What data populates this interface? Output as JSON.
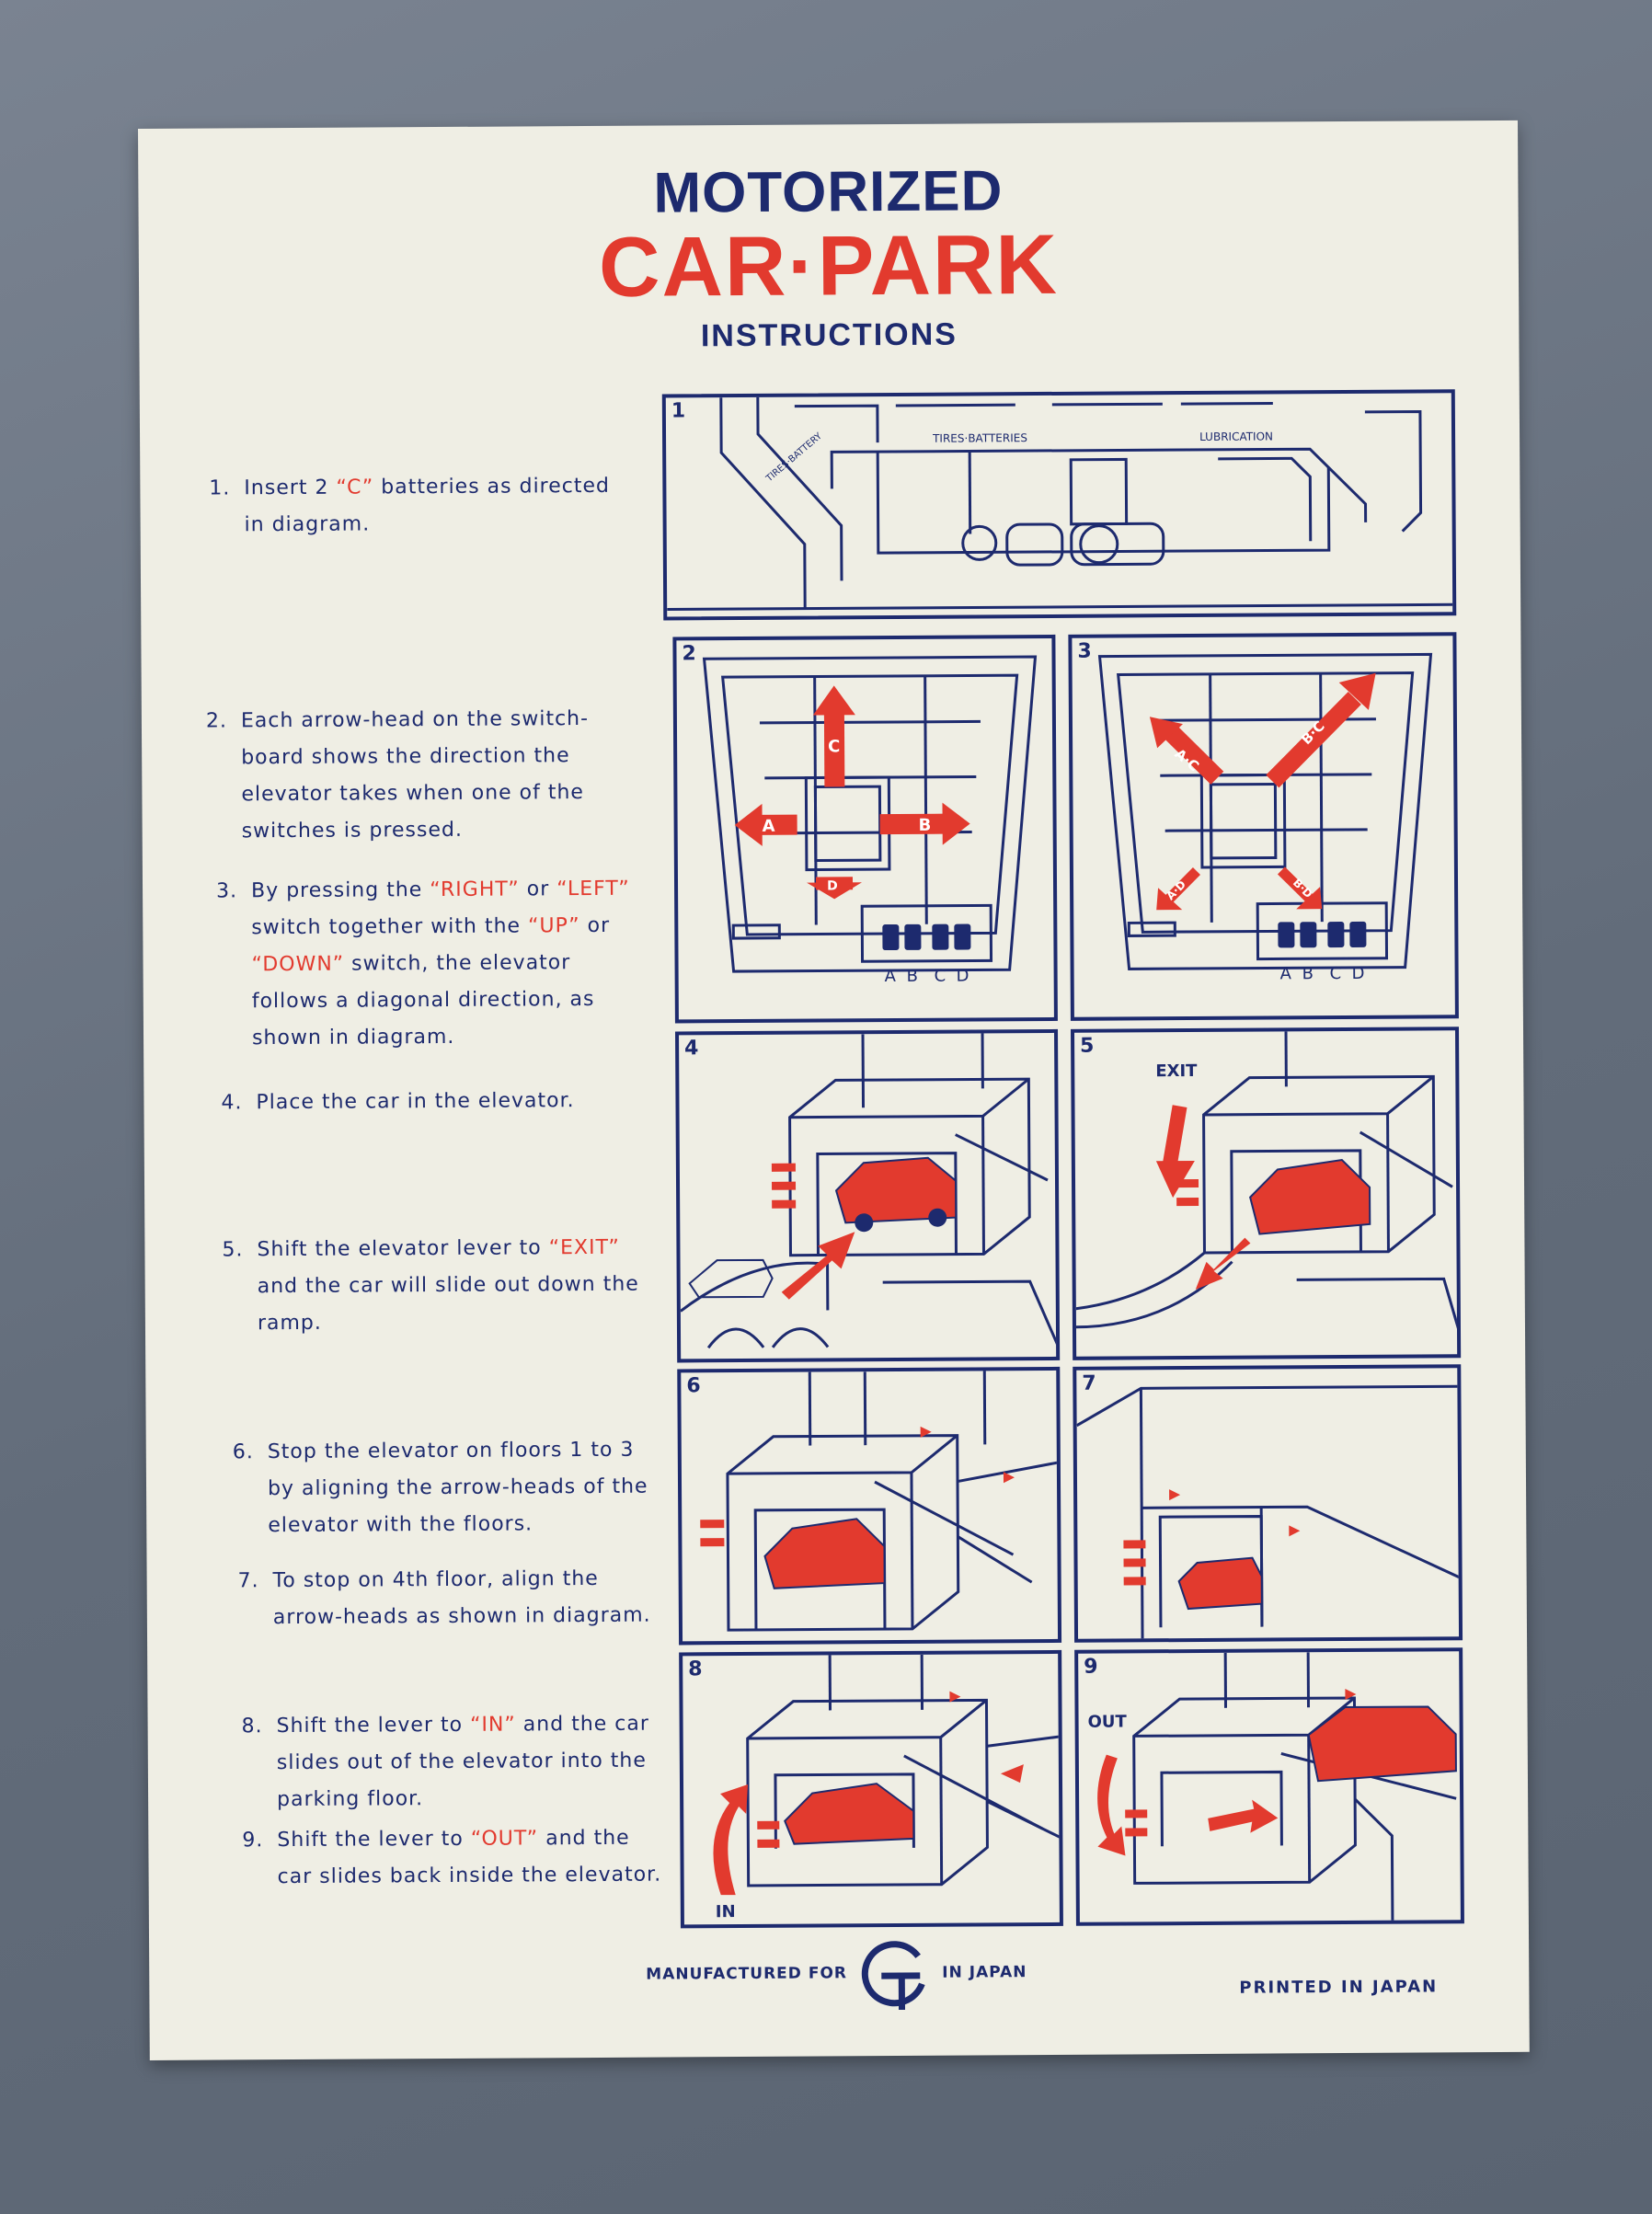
{
  "header": {
    "line1": "MOTORIZED",
    "line2": "CAR·PARK",
    "line3": "INSTRUCTIONS"
  },
  "steps": [
    {
      "num": "1.",
      "parts": [
        "Insert 2 ",
        "“C”",
        " batteries as directed in diagram."
      ]
    },
    {
      "num": "2.",
      "text": "Each arrow-head on the switch-board shows the direction the elevator takes when one of the switches is pressed."
    },
    {
      "num": "3.",
      "parts": [
        "By pressing the ",
        "“RIGHT”",
        " or ",
        "“LEFT”",
        " switch together with the ",
        "“UP”",
        " or ",
        "“DOWN”",
        " switch, the elevator follows a diagonal direction, as shown in diagram."
      ]
    },
    {
      "num": "4.",
      "text": "Place the car in the elevator."
    },
    {
      "num": "5.",
      "parts": [
        "Shift the elevator lever to ",
        "“EXIT”",
        " and the car will slide out down the ramp."
      ]
    },
    {
      "num": "6.",
      "text": "Stop the elevator on floors 1 to 3 by aligning the arrow-heads of the elevator with the floors."
    },
    {
      "num": "7.",
      "text": "To stop on 4th floor, align the arrow-heads as shown in diagram."
    },
    {
      "num": "8.",
      "parts": [
        "Shift the lever to ",
        "“IN”",
        " and the car slides out of the elevator into the parking floor."
      ]
    },
    {
      "num": "9.",
      "parts": [
        "Shift the lever to ",
        "“OUT”",
        " and the car slides back inside the elevator."
      ]
    }
  ],
  "panels": {
    "p1": {
      "num": "1",
      "sign_tires": "TIRES·BATTERIES",
      "sign_lub": "LUBRICATION",
      "sign_side": "TIRES·BATTERY"
    },
    "p2": {
      "num": "2",
      "arrows": [
        "A",
        "B",
        "C",
        "D"
      ],
      "switch_labels": [
        "A",
        "B",
        "C",
        "D"
      ]
    },
    "p3": {
      "num": "3",
      "arrows": [
        "A·C",
        "B·C",
        "A·D",
        "B·D"
      ],
      "switch_labels": [
        "A",
        "B",
        "C",
        "D"
      ]
    },
    "p4": {
      "num": "4"
    },
    "p5": {
      "num": "5",
      "label": "EXIT"
    },
    "p6": {
      "num": "6"
    },
    "p7": {
      "num": "7"
    },
    "p8": {
      "num": "8",
      "label": "IN"
    },
    "p9": {
      "num": "9",
      "label": "OUT"
    }
  },
  "footer": {
    "manufactured": "MANUFACTURED FOR",
    "in_japan": "IN JAPAN",
    "printed": "PRINTED IN JAPAN"
  },
  "colors": {
    "navy": "#1d2a6e",
    "red": "#e23a2e",
    "paper": "#efeee4"
  }
}
